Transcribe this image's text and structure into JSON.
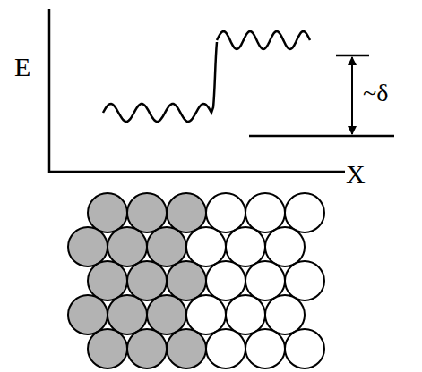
{
  "diagram": {
    "labels": [
      "E",
      "X",
      "~δ"
    ]
  }
}
